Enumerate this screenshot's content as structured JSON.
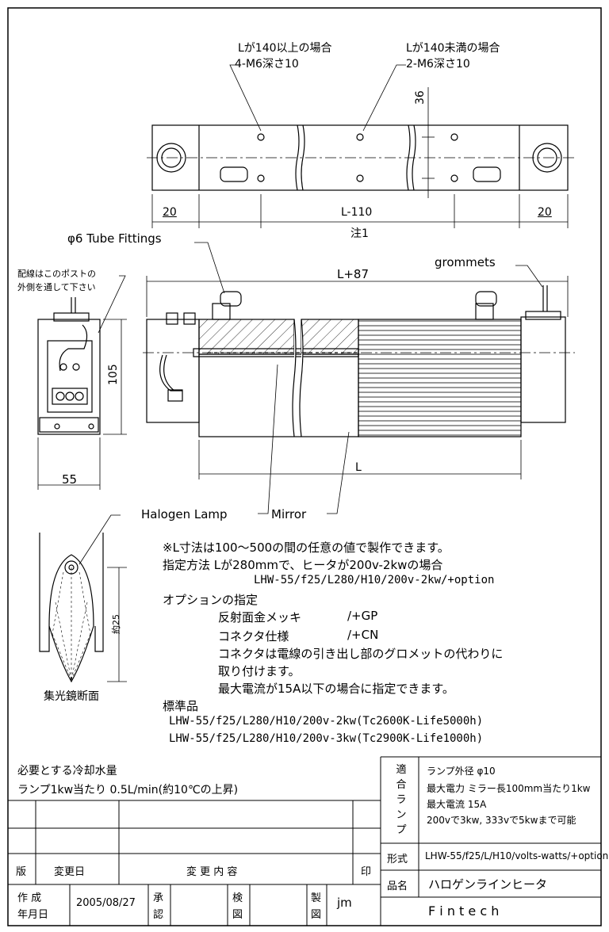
{
  "top_view": {
    "note_left_line1": "Lが140以上の場合",
    "note_left_line2": "4-M6深さ10",
    "note_right_line1": "Lが140未満の場合",
    "note_right_line2": "2-M6深さ10",
    "dim_36": "36",
    "dim_20_left": "20",
    "dim_l110": "L-110",
    "dim_20_right": "20",
    "note1": "注1"
  },
  "front_view": {
    "tube_fittings": "φ6 Tube Fittings",
    "grommets": "grommets",
    "wiring_note_line1": "配線はこのポストの",
    "wiring_note_line2": "外側を通して下さい",
    "dim_l87": "L+87",
    "dim_105": "105",
    "dim_55": "55",
    "dim_l": "L",
    "halogen_lamp": "Halogen Lamp",
    "mirror": "Mirror"
  },
  "section_view": {
    "dim_25": "約25",
    "caption": "集光鏡断面"
  },
  "notes": [
    "※L寸法は100～500の間の任意の値で製作できます。",
    "指定方法  Lが280mmで、ヒータが200v-2kwの場合",
    "LHW-55/f25/L280/H10/200v-2kw/+option",
    "オプションの指定",
    "反射面金メッキ",
    "/+GP",
    "コネクタ仕様",
    "/+CN",
    "コネクタは電線の引き出し部のグロメットの代わりに",
    "取り付けます。",
    "最大電流が15A以下の場合に指定できます。",
    "標準品",
    "LHW-55/f25/L280/H10/200v-2kw(Tc2600K-Life5000h)",
    "LHW-55/f25/L280/H10/200v-3kw(Tc2900K-Life1000h)"
  ],
  "cooling": {
    "title": "必要とする冷却水量",
    "value": "ランプ1kw当たり 0.5L/min(約10℃の上昇)"
  },
  "title_block": {
    "lamp_header": [
      "適",
      "合",
      "ラ",
      "ン",
      "プ"
    ],
    "lamp_spec": [
      "ランプ外径 φ10",
      "最大電力 ミラー長100mm当たり1kw",
      "最大電流 15A",
      "200vで3kw, 333vで5kwまで可能"
    ],
    "model_label": "形式",
    "model_value": "LHW-55/f25/L/H10/volts-watts/+option",
    "name_label": "品名",
    "name_value": "ハロゲンラインヒータ",
    "company": "F i n t e c h",
    "rev_label": "版",
    "rev_date_label": "変更日",
    "rev_content_label": "変 更 内 容",
    "seal_label": "印",
    "created_label_1": "作 成",
    "created_label_2": "年月日",
    "created_date": "2005/08/27",
    "approve_1": "承",
    "approve_2": "認",
    "check_1": "検",
    "check_2": "図",
    "draw_1": "製",
    "draw_2": "図",
    "drafter": "jm"
  }
}
